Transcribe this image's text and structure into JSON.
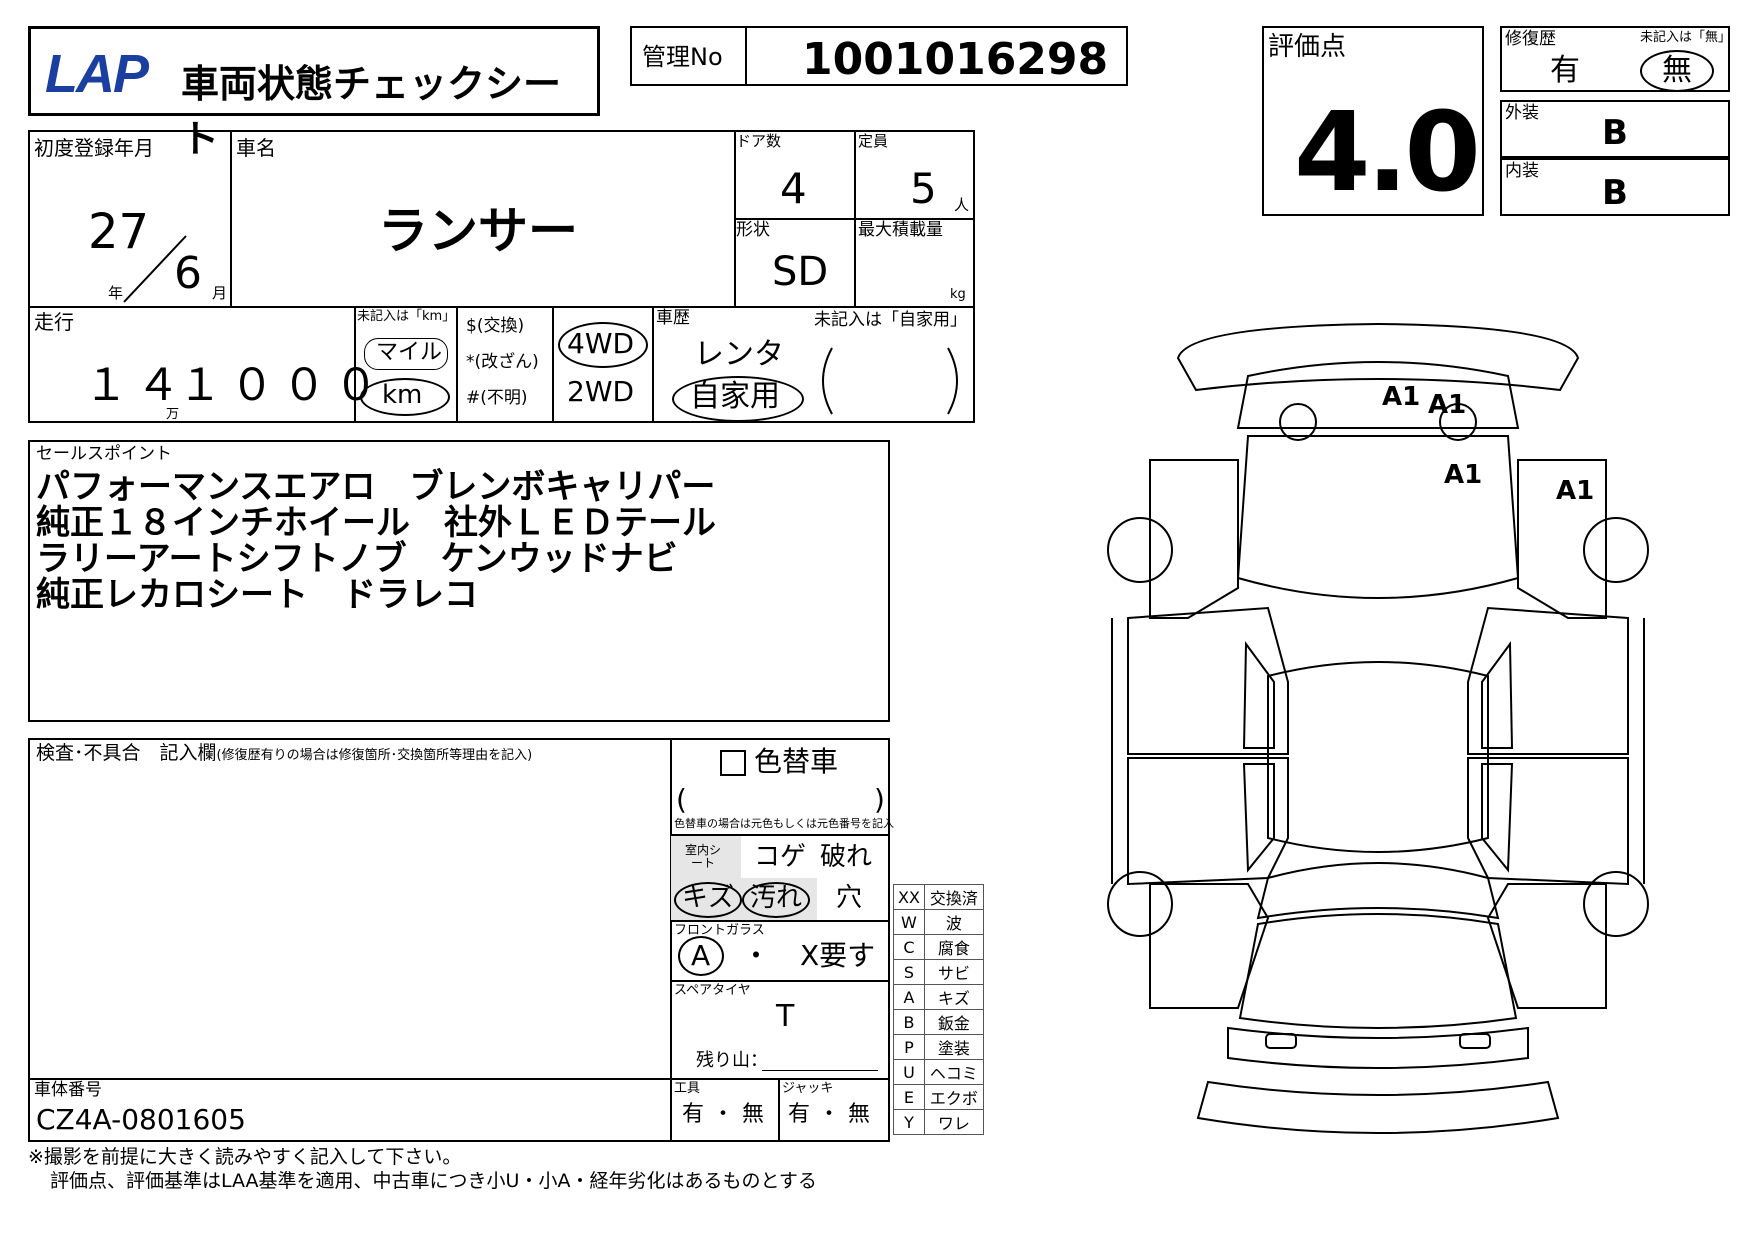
{
  "header": {
    "logo": "LAP",
    "title": "車両状態チェックシート",
    "mgmt_label": "管理No",
    "mgmt_no": "1001016298"
  },
  "score": {
    "label": "評価点",
    "value": "4.0",
    "repair_label": "修復歴",
    "repair_note": "未記入は「無」",
    "repair_yes": "有",
    "repair_no": "無",
    "exterior_label": "外装",
    "exterior_value": "B",
    "interior_label": "内装",
    "interior_value": "B"
  },
  "info": {
    "reg_label": "初度登録年月",
    "reg_year": "27",
    "year_unit": "年",
    "reg_month": "6",
    "month_unit": "月",
    "name_label": "車名",
    "car_name": "ランサー",
    "doors_label": "ドア数",
    "doors": "4",
    "capacity_label": "定員",
    "capacity": "5",
    "capacity_unit": "人",
    "shape_label": "形状",
    "shape": "SD",
    "load_label": "最大積載量",
    "load_unit": "kg"
  },
  "mileage": {
    "label": "走行",
    "digits_man": "１４",
    "man_unit": "万",
    "digits_rest": "１０００",
    "unit_note": "未記入は「km」",
    "mile": "マイル",
    "km": "km",
    "sym1": "$(交換)",
    "sym2": "*(改ざん)",
    "sym3": "#(不明)",
    "drive1": "4WD",
    "drive2": "2WD",
    "history_label": "車歴",
    "history_note": "未記入は「自家用」",
    "rental": "レンタ",
    "private": "自家用"
  },
  "sales": {
    "label": "セールスポイント",
    "lines": [
      "パフォーマンスエアロ　ブレンボキャリパー",
      "純正１８インチホイール　社外ＬＥＤテール",
      "ラリーアートシフトノブ　ケンウッドナビ",
      "純正レカロシート　ドラレコ"
    ]
  },
  "inspection": {
    "label": "検査･不具合　記入欄",
    "label_note": "(修復歴有りの場合は修復箇所･交換箇所等理由を記入)",
    "color_change": "色替車",
    "color_note": "色替車の場合は元色もしくは元色番号を記入",
    "seat_label": "室内シート",
    "koge": "コゲ",
    "yabure": "破れ",
    "kizu": "キズ",
    "yogore": "汚れ",
    "ana": "穴",
    "glass_label": "フロントガラス",
    "glass_a": "A",
    "glass_dot": "・",
    "glass_x": "X要す",
    "spare_label": "スペアタイヤ",
    "spare_value": "T",
    "tread_label": "残り山："
  },
  "chassis": {
    "label": "車体番号",
    "value": "CZ4A-0801605",
    "tools_label": "工具",
    "jack_label": "ジャッキ",
    "ari": "有",
    "dot": "・",
    "nashi": "無"
  },
  "legend": [
    {
      "code": "XX",
      "text": "交換済"
    },
    {
      "code": "W",
      "text": "波"
    },
    {
      "code": "C",
      "text": "腐食"
    },
    {
      "code": "S",
      "text": "サビ"
    },
    {
      "code": "A",
      "text": "キズ"
    },
    {
      "code": "B",
      "text": "鈑金"
    },
    {
      "code": "P",
      "text": "塗装"
    },
    {
      "code": "U",
      "text": "ヘコミ"
    },
    {
      "code": "E",
      "text": "エクボ"
    },
    {
      "code": "Y",
      "text": "ワレ"
    }
  ],
  "diagram_marks": {
    "m1": "A1",
    "m2": "A1",
    "m3": "A1",
    "m4": "A1"
  },
  "footer": {
    "line1": "※撮影を前提に大きく読みやすく記入して下さい。",
    "line2": "評価点、評価基準はLAA基準を適用、中古車につき小U・小A・経年劣化はあるものとする"
  }
}
